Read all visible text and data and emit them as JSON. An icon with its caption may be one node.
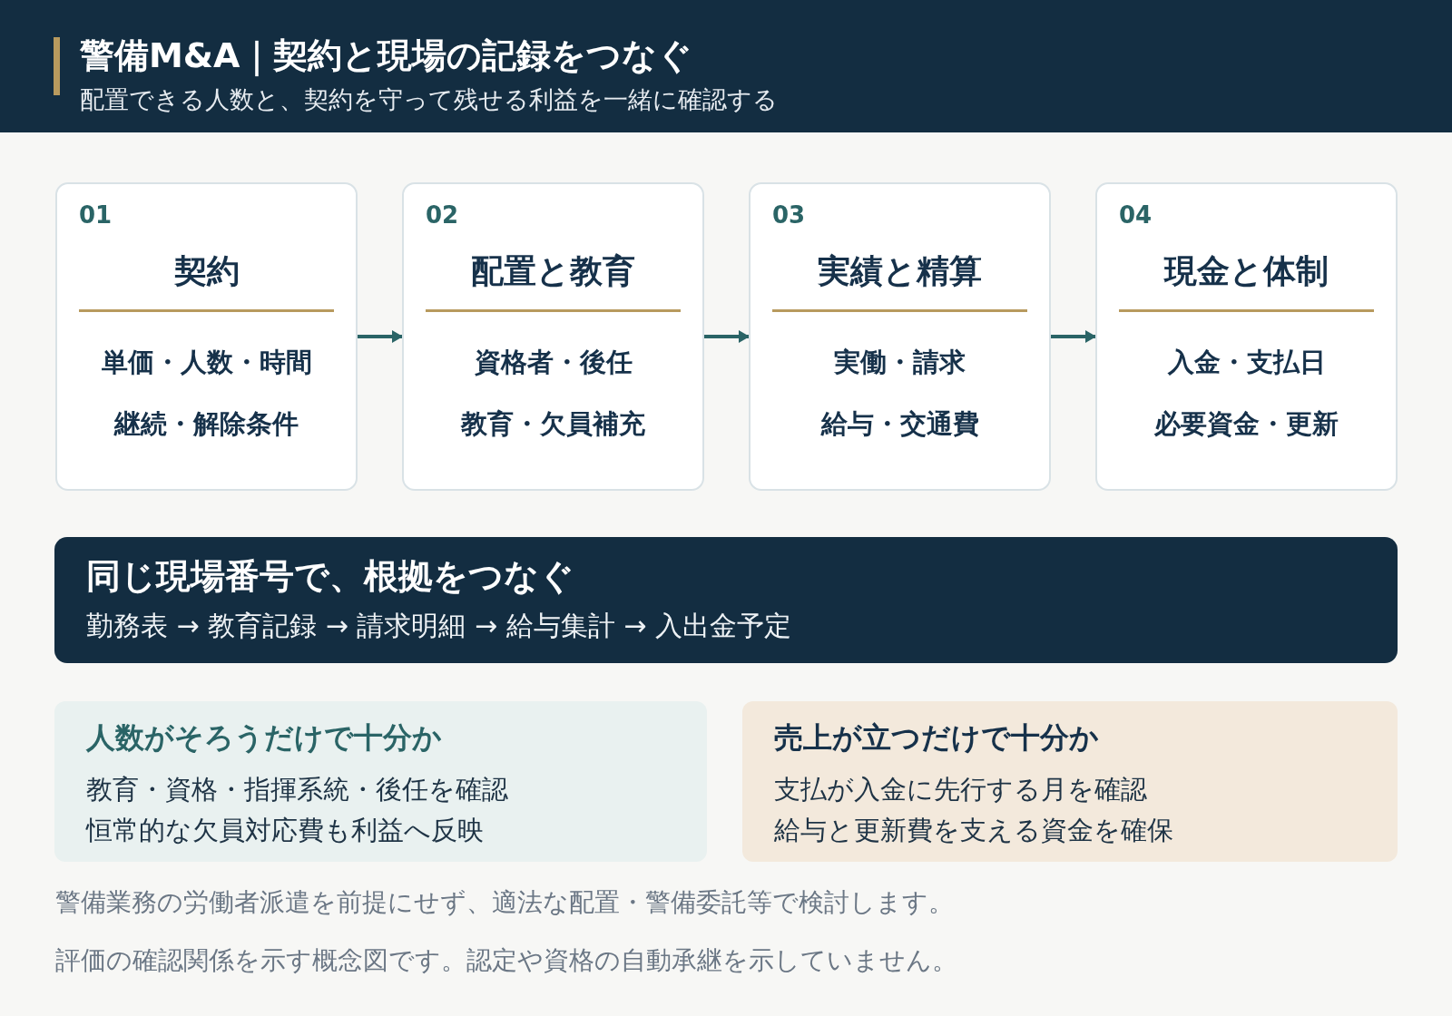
{
  "diagram": {
    "title": "警備M&A｜契約と現場の記録をつなぐ",
    "nodes": [
      {
        "text": [
          "01",
          "契約",
          "単価・人数・時間",
          "継続・解除条件"
        ]
      },
      {
        "text": [
          "02",
          "配置と教育",
          "資格者・後任",
          "教育・欠員補充"
        ]
      },
      {
        "text": [
          "03",
          "実績と精算",
          "実働・請求",
          "給与・交通費"
        ]
      },
      {
        "text": [
          "04",
          "現金と体制",
          "入金・支払日",
          "必要資金・更新"
        ]
      },
      {
        "text": [
          "同じ現場番号で、根拠をつなぐ",
          "勤務表 → 教育記録 → 請求明細 → 給与集計 → 入出金予定"
        ]
      },
      {
        "text": [
          "人数がそろうだけで十分か",
          "教育・資格・指揮系統・後任を確認",
          "恒常的な欠員対応費も利益へ反映"
        ]
      },
      {
        "text": [
          "売上が立つだけで十分か",
          "支払が入金に先行する月を確認",
          "給与と更新費を支える資金を確保"
        ]
      }
    ],
    "edges": [
      {
        "from": 0,
        "to": 1,
        "arrow": "to"
      },
      {
        "from": 1,
        "to": 2,
        "arrow": "to"
      },
      {
        "from": 2,
        "to": 3,
        "arrow": "to"
      }
    ],
    "labels": [
      "配置できる人数と、契約を守って残せる利益を一緒に確認する",
      "警備業務の労働者派遣を前提にせず、適法な配置・警備委託等で検討します。",
      "評価の確認関係を示す概念図です。認定や資格の自動承継を示していません。"
    ]
  }
}
